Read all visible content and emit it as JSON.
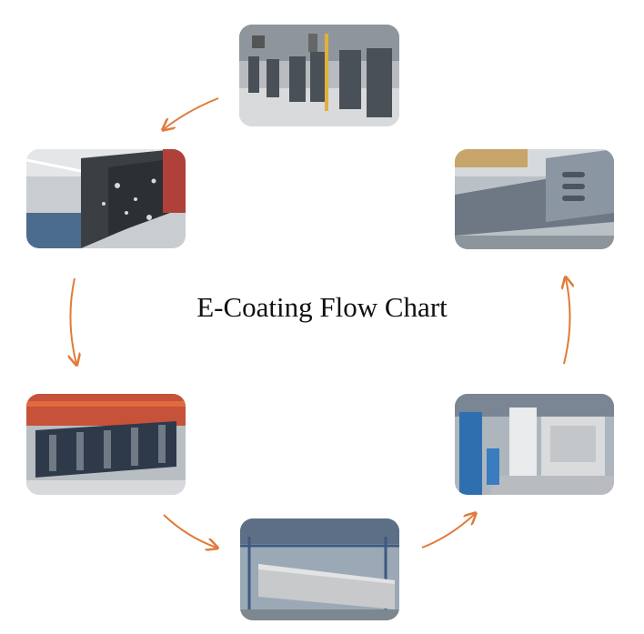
{
  "diagram": {
    "title": "E-Coating Flow Chart",
    "arrow_color": "#e07b39",
    "steps": [
      {
        "icon": "pretreatment-rack-photo"
      },
      {
        "icon": "chemical-wash-photo"
      },
      {
        "icon": "frame-hanging-photo"
      },
      {
        "icon": "e-coated-beam-photo"
      },
      {
        "icon": "curing-oven-photo"
      },
      {
        "icon": "finished-chassis-photo"
      }
    ]
  }
}
